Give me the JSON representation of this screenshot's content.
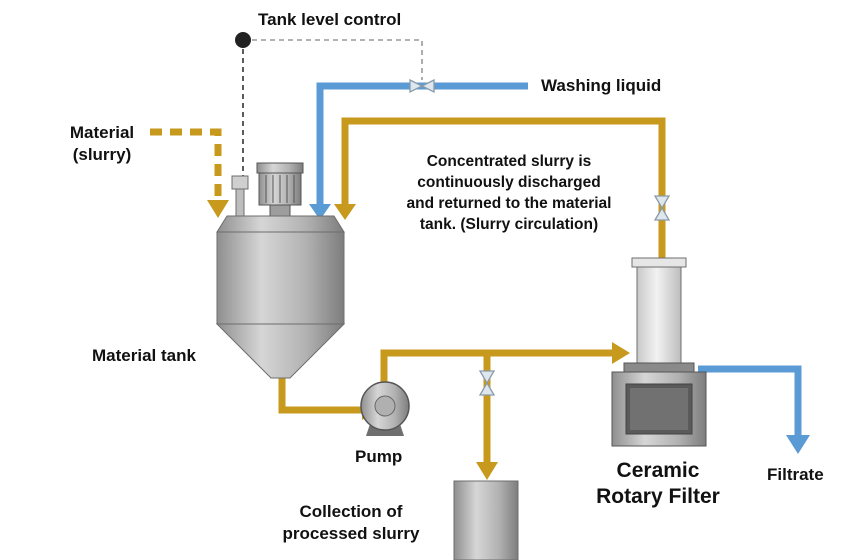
{
  "labels": {
    "tank_level_control": "Tank level control",
    "washing_liquid": "Washing liquid",
    "material_line1": "Material",
    "material_line2": "(slurry)",
    "material_tank": "Material tank",
    "pump": "Pump",
    "collection_line1": "Collection of",
    "collection_line2": "processed slurry",
    "filter_line1": "Ceramic",
    "filter_line2": "Rotary Filter",
    "filtrate": "Filtrate",
    "circulation_line1": "Concentrated slurry is",
    "circulation_line2": "continuously discharged",
    "circulation_line3": "and returned to the material",
    "circulation_line4": "tank.    (Slurry circulation)"
  },
  "colors": {
    "slurry_pipe": "#c79a1e",
    "washing_pipe": "#5b9bd5",
    "control_line": "#444444",
    "equipment": "#a7a7a7"
  }
}
